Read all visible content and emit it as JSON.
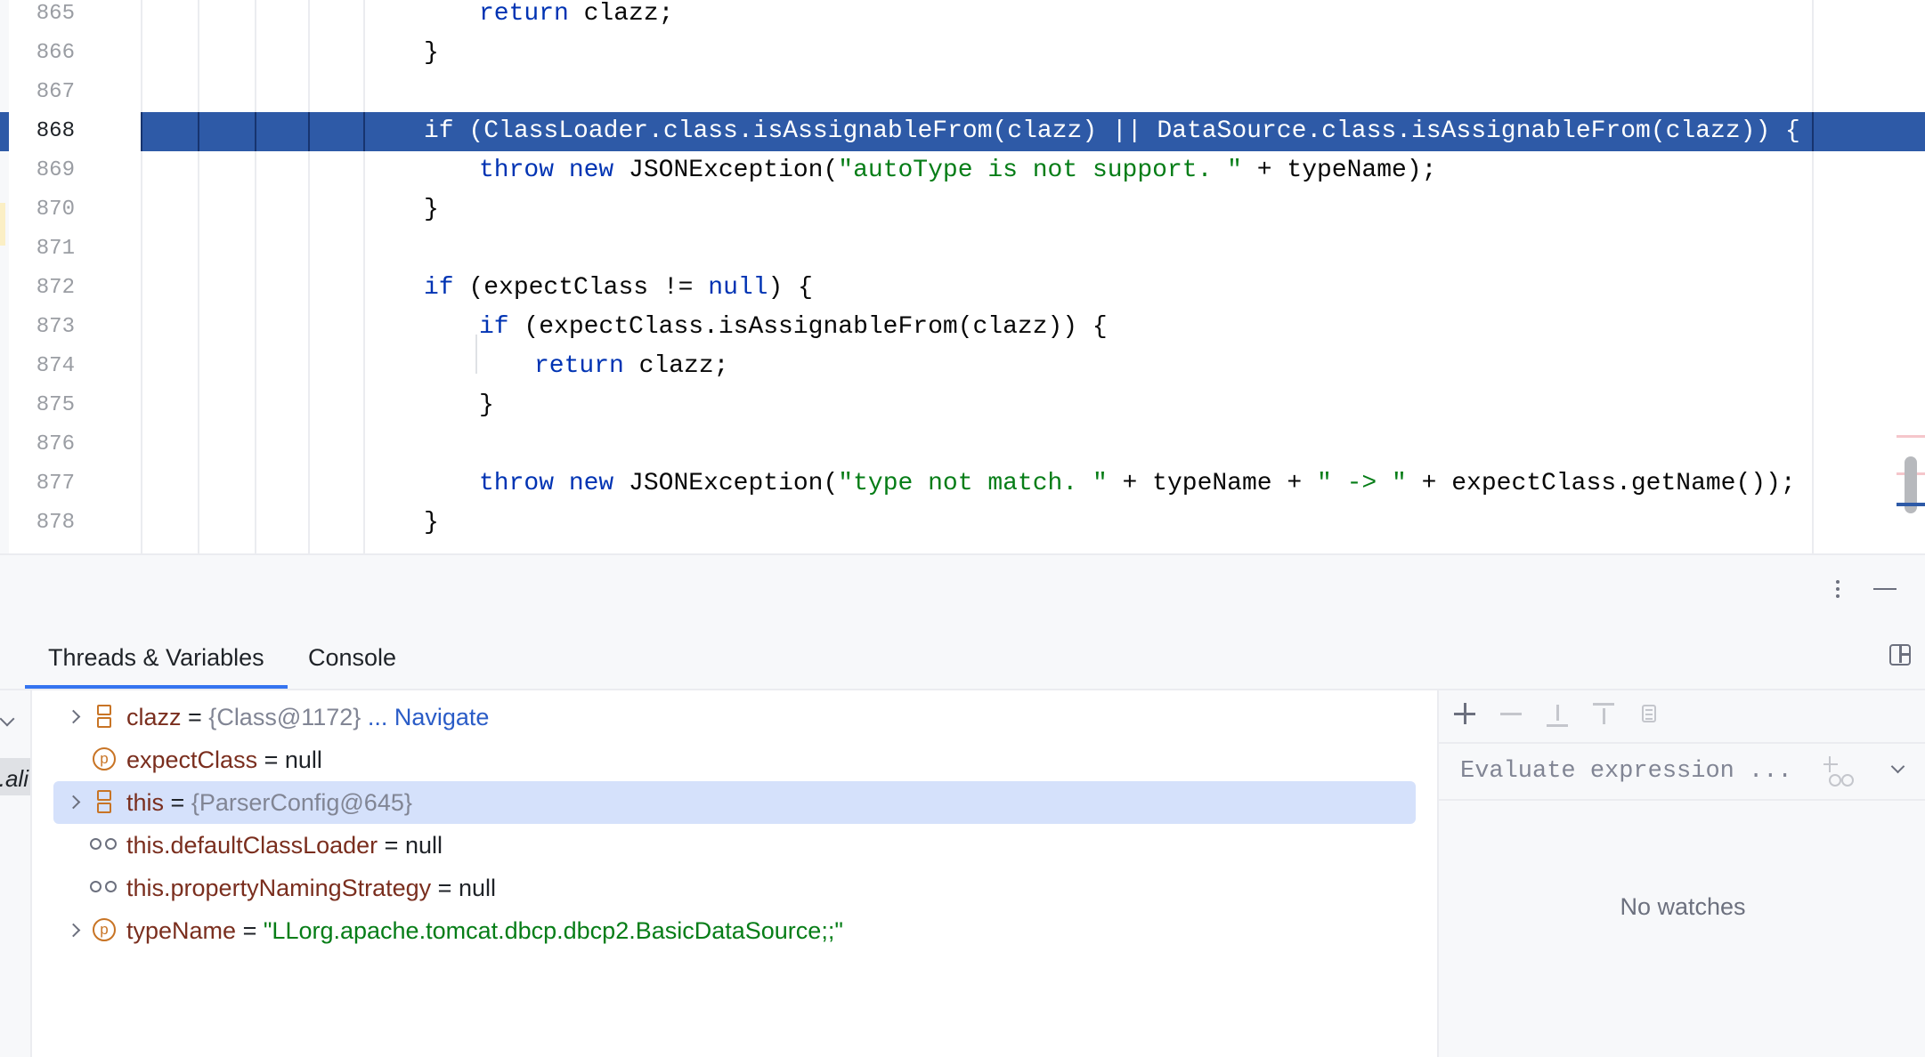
{
  "editor": {
    "lines": [
      {
        "num": "865",
        "indent": 2,
        "tokens": [
          {
            "t": "return",
            "c": "kw"
          },
          {
            "t": " clazz;"
          }
        ]
      },
      {
        "num": "866",
        "indent": 1,
        "tokens": [
          {
            "t": "}"
          }
        ]
      },
      {
        "num": "867",
        "indent": 0,
        "tokens": []
      },
      {
        "num": "868",
        "indent": 1,
        "highlight": true,
        "tokens": [
          {
            "t": "if",
            "c": "kw"
          },
          {
            "t": " (ClassLoader.class.isAssignableFrom(clazz) || DataSource.class.isAssignableFrom(clazz)) {"
          }
        ]
      },
      {
        "num": "869",
        "indent": 2,
        "tokens": [
          {
            "t": "throw",
            "c": "kw"
          },
          {
            "t": " "
          },
          {
            "t": "new",
            "c": "kw"
          },
          {
            "t": " JSONException("
          },
          {
            "t": "\"autoType is not support. \"",
            "c": "str"
          },
          {
            "t": " + typeName);"
          }
        ]
      },
      {
        "num": "870",
        "indent": 1,
        "tokens": [
          {
            "t": "}"
          }
        ]
      },
      {
        "num": "871",
        "indent": 0,
        "tokens": []
      },
      {
        "num": "872",
        "indent": 1,
        "tokens": [
          {
            "t": "if",
            "c": "kw"
          },
          {
            "t": " (expectClass != "
          },
          {
            "t": "null",
            "c": "kw"
          },
          {
            "t": ") {"
          }
        ]
      },
      {
        "num": "873",
        "indent": 2,
        "tokens": [
          {
            "t": "if",
            "c": "kw"
          },
          {
            "t": " (expectClass.isAssignableFrom(clazz)) {"
          }
        ]
      },
      {
        "num": "874",
        "indent": 3,
        "tokens": [
          {
            "t": "return",
            "c": "kw"
          },
          {
            "t": " clazz;"
          }
        ]
      },
      {
        "num": "875",
        "indent": 2,
        "tokens": [
          {
            "t": "}"
          }
        ]
      },
      {
        "num": "876",
        "indent": 0,
        "tokens": []
      },
      {
        "num": "877",
        "indent": 2,
        "tokens": [
          {
            "t": "throw",
            "c": "kw"
          },
          {
            "t": " "
          },
          {
            "t": "new",
            "c": "kw"
          },
          {
            "t": " JSONException("
          },
          {
            "t": "\"type not match. \"",
            "c": "str"
          },
          {
            "t": " + typeName + "
          },
          {
            "t": "\" -> \"",
            "c": "str"
          },
          {
            "t": " + expectClass.getName());"
          }
        ]
      },
      {
        "num": "878",
        "indent": 1,
        "tokens": [
          {
            "t": "}"
          }
        ]
      }
    ]
  },
  "debugger": {
    "tabs": [
      {
        "label": "Threads & Variables",
        "active": true
      },
      {
        "label": "Console",
        "active": false
      }
    ],
    "frames_visible_text": ".ali",
    "variables": [
      {
        "icon": "field",
        "expandable": true,
        "name": "clazz",
        "eq": " = ",
        "value": "{Class@1172}",
        "value_style": "gray",
        "extra": " ... Navigate"
      },
      {
        "icon": "param",
        "expandable": false,
        "name": "expectClass",
        "eq": " = ",
        "value": "null",
        "value_style": "plain"
      },
      {
        "icon": "field",
        "expandable": true,
        "selected": true,
        "name": "this",
        "eq": " = ",
        "value": "{ParserConfig@645}",
        "value_style": "gray"
      },
      {
        "icon": "watch",
        "expandable": false,
        "name": "this.defaultClassLoader",
        "eq": " = ",
        "value": "null",
        "value_style": "plain"
      },
      {
        "icon": "watch",
        "expandable": false,
        "name": "this.propertyNamingStrategy",
        "eq": " = ",
        "value": "null",
        "value_style": "plain"
      },
      {
        "icon": "param",
        "expandable": true,
        "name": "typeName",
        "eq": " = ",
        "value": "\"LLorg.apache.tomcat.dbcp.dbcp2.BasicDataSource;;\"",
        "value_style": "str"
      }
    ],
    "watches": {
      "eval_placeholder": "Evaluate expression ...",
      "empty_text": "No watches"
    },
    "icons": {
      "options": "more-vertical-icon",
      "minimize": "minimize-icon",
      "layout": "layout-icon",
      "var_field": "field-icon",
      "var_param": "parameter-icon",
      "var_watch": "watch-glasses-icon"
    },
    "colors": {
      "highlight": "#2e5aa7",
      "keyword": "#0033b3",
      "string": "#067d17",
      "selected_row": "#d5e1fb",
      "tab_underline": "#3574f0"
    }
  }
}
